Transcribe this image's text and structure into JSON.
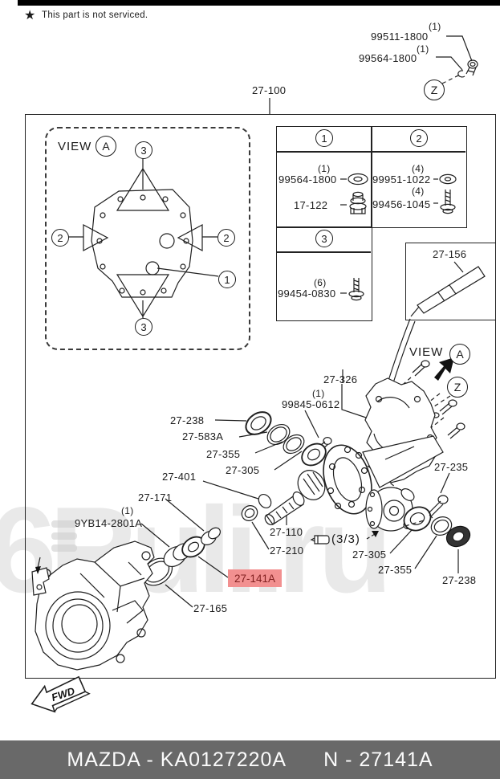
{
  "legend": {
    "star": "★",
    "text": "This part is not serviced."
  },
  "header_callout": {
    "item1_qty": "(1)",
    "item1_part": "99511-1800",
    "item2_qty": "(1)",
    "item2_part": "99564-1800",
    "view_z": "Z"
  },
  "assembly": {
    "label": "27-100"
  },
  "view_a_box": {
    "title": "VIEW",
    "circle": "A",
    "marker_top": "3",
    "marker_left": "2",
    "marker_right": "2",
    "marker_one": "1",
    "marker_bottom": "3"
  },
  "fastener_table": {
    "col1": {
      "header": "1",
      "row1_qty": "(1)",
      "row1_part": "99564-1800",
      "row2_part": "17-122"
    },
    "col2": {
      "header": "2",
      "row1_qty": "(4)",
      "row1_part": "99951-1022",
      "row2_qty": "(4)",
      "row2_part": "99456-1045"
    },
    "col3": {
      "header": "3",
      "row1_qty": "(6)",
      "row1_part": "99454-0830"
    }
  },
  "inset": {
    "label": "27-156"
  },
  "view_indicator": {
    "title": "VIEW",
    "circle_a": "A",
    "circle_z": "Z"
  },
  "labels": {
    "l27_326": "27-326",
    "l99845_qty": "(1)",
    "l99845": "99845-0612",
    "l27_238": "27-238",
    "l27_583a": "27-583A",
    "l27_355": "27-355",
    "l27_305": "27-305",
    "l27_401": "27-401",
    "l27_171": "27-171",
    "l9yb14_qty": "(1)",
    "l9yb14": "9YB14-2801A",
    "l27_110": "27-110",
    "l27_210": "27-210",
    "l27_141a": "27-141A",
    "l27_165": "27-165",
    "l3of3": "(3/3)",
    "l27_305b": "27-305",
    "l27_355b": "27-355",
    "l27_238b": "27-238",
    "l27_235": "27-235"
  },
  "fwd": {
    "label": "FWD"
  },
  "watermark": {
    "text": "6Ruli.ru"
  },
  "footer": {
    "left": "MAZDA - KA0127220A",
    "right": "N - 27141A"
  },
  "colors": {
    "highlight_bg": "#f29090",
    "highlight_text": "#801f1f",
    "footer_bg": "#696969",
    "watermark": "#d8d8d8"
  }
}
